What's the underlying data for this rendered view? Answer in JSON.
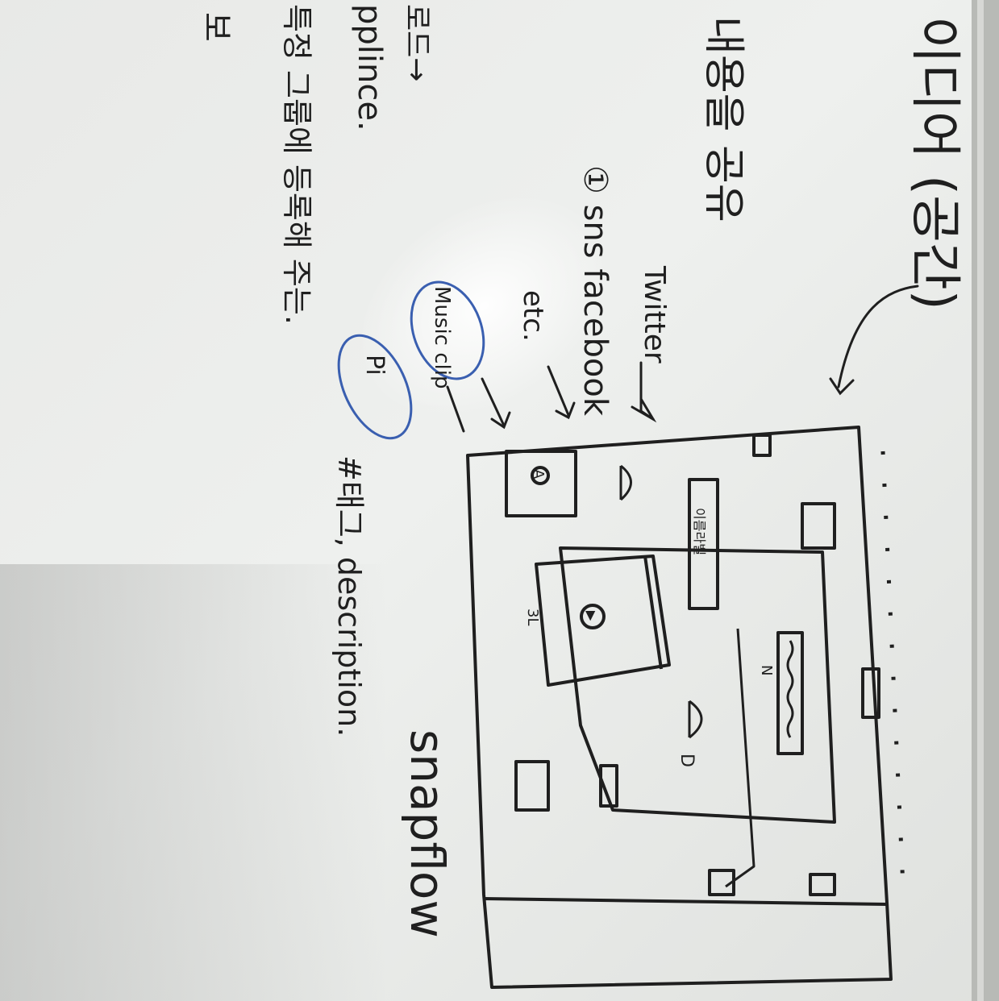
{
  "annotations": {
    "title_line": "이디어 (공간)",
    "line2": "내용을 공유",
    "line3": "로드→",
    "line4": "pplince.",
    "line5": "특정 그룹에 등록해 주는.",
    "line6": "보",
    "sns_note": "① sns facebook",
    "twitter": "Twitter",
    "etc": "etc.",
    "music_clip": "Music clip",
    "circle_note": "Pi",
    "tag_note": "#태그, description.",
    "side_label": "snapflow"
  },
  "sketch_labels": {
    "box_a": "A",
    "strip_text": "이름라벨",
    "small_label": "3L",
    "play": "▶",
    "d_label": "D",
    "n_label": "N"
  },
  "colors": {
    "board": "#f2f3f1",
    "ink": "#1f1f1f",
    "blue_ink": "#3a5fb0",
    "frame": "#b8bab6"
  }
}
